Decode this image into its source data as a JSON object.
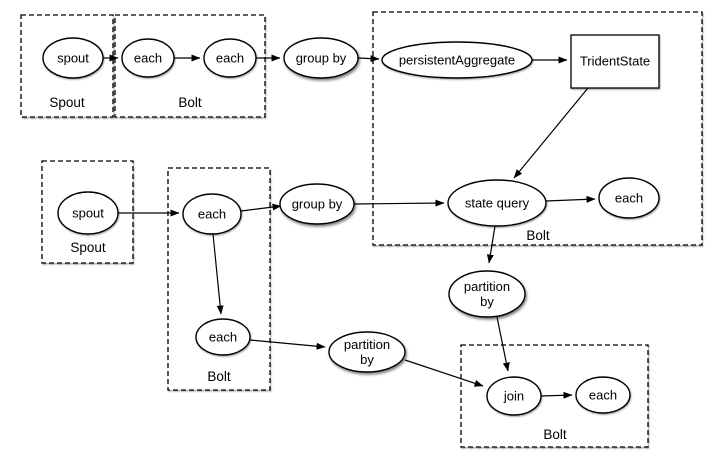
{
  "diagram": {
    "type": "topology-flow-diagram",
    "colors": {
      "background": "#ffffff",
      "node_fill": "#ffffff",
      "stroke": "#000000"
    },
    "containers": [
      {
        "label": "Spout",
        "position": "top-left"
      },
      {
        "label": "Bolt",
        "position": "top"
      },
      {
        "label": "Bolt",
        "position": "top-right-large"
      },
      {
        "label": "Spout",
        "position": "middle-left"
      },
      {
        "label": "Bolt",
        "position": "middle"
      },
      {
        "label": "Bolt",
        "position": "bottom-right"
      }
    ],
    "nodes": [
      {
        "id": "spout-1",
        "label": "spout",
        "shape": "ellipse",
        "container": "Spout (top-left)"
      },
      {
        "id": "each-1",
        "label": "each",
        "shape": "ellipse",
        "container": "Bolt (top)"
      },
      {
        "id": "each-2",
        "label": "each",
        "shape": "ellipse",
        "container": "Bolt (top)"
      },
      {
        "id": "group-by-1",
        "label": "group by",
        "shape": "ellipse",
        "container": null
      },
      {
        "id": "persistent-aggregate",
        "label": "persistentAggregate",
        "shape": "ellipse",
        "container": "Bolt (top-right-large)"
      },
      {
        "id": "trident-state",
        "label": "TridentState",
        "shape": "rect",
        "container": "Bolt (top-right-large)"
      },
      {
        "id": "state-query",
        "label": "state query",
        "shape": "ellipse",
        "container": "Bolt (top-right-large)"
      },
      {
        "id": "each-3",
        "label": "each",
        "shape": "ellipse",
        "container": "Bolt (top-right-large)"
      },
      {
        "id": "spout-2",
        "label": "spout",
        "shape": "ellipse",
        "container": "Spout (middle-left)"
      },
      {
        "id": "each-4",
        "label": "each",
        "shape": "ellipse",
        "container": "Bolt (middle)"
      },
      {
        "id": "group-by-2",
        "label": "group by",
        "shape": "ellipse",
        "container": null
      },
      {
        "id": "each-5",
        "label": "each",
        "shape": "ellipse",
        "container": "Bolt (middle)"
      },
      {
        "id": "partition-by-1",
        "label": "partition by",
        "line1": "partition",
        "line2": "by",
        "shape": "ellipse",
        "container": null
      },
      {
        "id": "partition-by-2",
        "label": "partition by",
        "line1": "partition",
        "line2": "by",
        "shape": "ellipse",
        "container": null
      },
      {
        "id": "join",
        "label": "join",
        "shape": "ellipse",
        "container": "Bolt (bottom-right)"
      },
      {
        "id": "each-6",
        "label": "each",
        "shape": "ellipse",
        "container": "Bolt (bottom-right)"
      }
    ],
    "edges": [
      {
        "from": "spout-1",
        "to": "each-1"
      },
      {
        "from": "each-1",
        "to": "each-2"
      },
      {
        "from": "each-2",
        "to": "group-by-1"
      },
      {
        "from": "group-by-1",
        "to": "persistent-aggregate"
      },
      {
        "from": "persistent-aggregate",
        "to": "trident-state"
      },
      {
        "from": "trident-state",
        "to": "state-query"
      },
      {
        "from": "spout-2",
        "to": "each-4"
      },
      {
        "from": "each-4",
        "to": "group-by-2"
      },
      {
        "from": "group-by-2",
        "to": "state-query"
      },
      {
        "from": "state-query",
        "to": "each-3"
      },
      {
        "from": "state-query",
        "to": "partition-by-1"
      },
      {
        "from": "partition-by-1",
        "to": "join"
      },
      {
        "from": "each-4",
        "to": "each-5"
      },
      {
        "from": "each-5",
        "to": "partition-by-2"
      },
      {
        "from": "partition-by-2",
        "to": "join"
      },
      {
        "from": "join",
        "to": "each-6"
      }
    ]
  }
}
